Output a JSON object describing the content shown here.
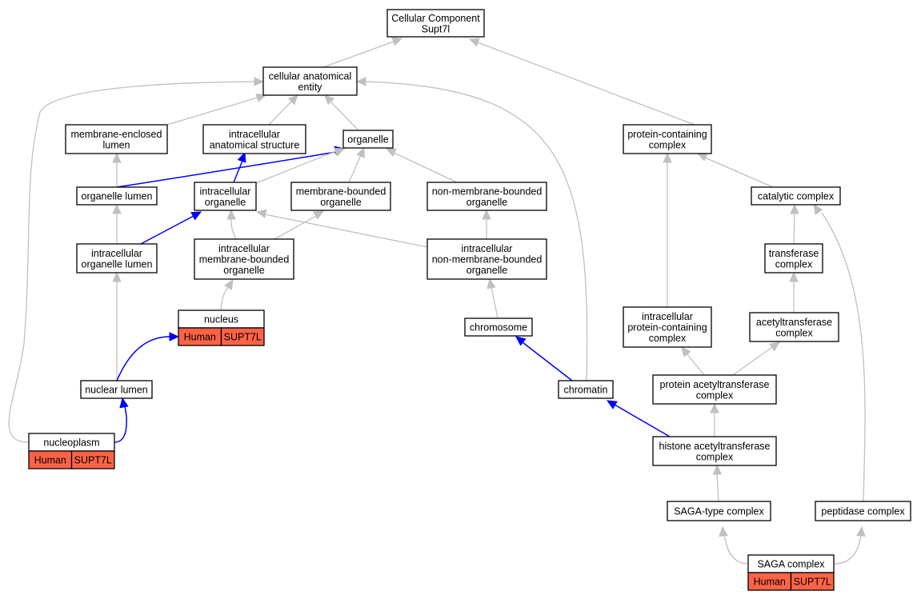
{
  "nodes": {
    "root": [
      "Cellular Component",
      "Supt7l"
    ],
    "cae": [
      "cellular anatomical",
      "entity"
    ],
    "mel": [
      "membrane-enclosed",
      "lumen"
    ],
    "ias": [
      "intracellular",
      "anatomical structure"
    ],
    "org": [
      "organelle"
    ],
    "pcc": [
      "protein-containing",
      "complex"
    ],
    "ol": [
      "organelle lumen"
    ],
    "io": [
      "intracellular",
      "organelle"
    ],
    "mbo": [
      "membrane-bounded",
      "organelle"
    ],
    "nmbo": [
      "non-membrane-bounded",
      "organelle"
    ],
    "cat": [
      "catalytic complex"
    ],
    "iol": [
      "intracellular",
      "organelle lumen"
    ],
    "imbo": [
      "intracellular",
      "membrane-bounded",
      "organelle"
    ],
    "inmbo": [
      "intracellular",
      "non-membrane-bounded",
      "organelle"
    ],
    "trans": [
      "transferase",
      "complex"
    ],
    "nuc": [
      "nucleus"
    ],
    "chr": [
      "chromosome"
    ],
    "ipcc": [
      "intracellular",
      "protein-containing",
      "complex"
    ],
    "acet": [
      "acetyltransferase",
      "complex"
    ],
    "nl": [
      "nuclear lumen"
    ],
    "chrom": [
      "chromatin"
    ],
    "pac": [
      "protein acetyltransferase",
      "complex"
    ],
    "np": [
      "nucleoplasm"
    ],
    "hac": [
      "histone acetyltransferase",
      "complex"
    ],
    "saga_t": [
      "SAGA-type complex"
    ],
    "pep": [
      "peptidase complex"
    ],
    "saga": [
      "SAGA complex"
    ]
  },
  "annotations": {
    "nuc": [
      "Human",
      "SUPT7L"
    ],
    "np": [
      "Human",
      "SUPT7L"
    ],
    "saga": [
      "Human",
      "SUPT7L"
    ]
  },
  "colors": {
    "edge_default": "#c0c0c0",
    "edge_highlight": "#0000ff",
    "annotation_fill": "#ff6347"
  }
}
